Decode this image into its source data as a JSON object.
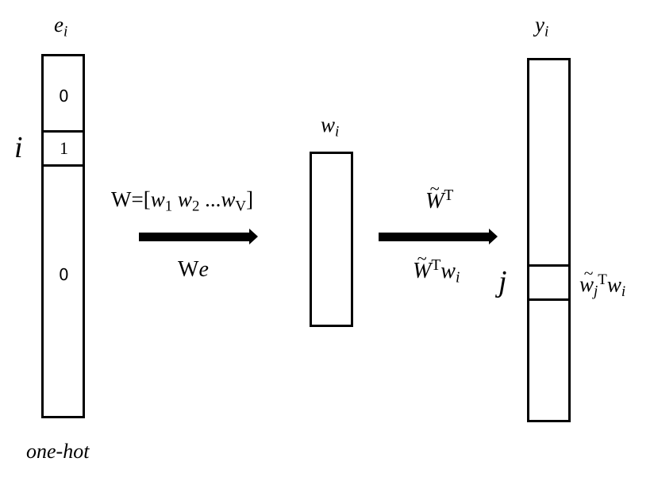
{
  "input_vector": {
    "label_base": "e",
    "label_sub": "i",
    "top_value": "0",
    "active_value": "1",
    "bottom_value": "0",
    "row_label": "i",
    "caption": "one-hot"
  },
  "embedding_step": {
    "matrix_label_prefix": "W=[",
    "w1_base": "w",
    "w1_sub": "1",
    "w2_base": "w",
    "w2_sub": "2",
    "ellipsis": " ...",
    "wv_base": "w",
    "wv_sub": "V",
    "matrix_label_suffix": "]",
    "product_prefix": "W",
    "product_var": "e"
  },
  "hidden_vector": {
    "label_base": "w",
    "label_sub": "i"
  },
  "output_step": {
    "matrix_base": "W",
    "matrix_sup": "T",
    "product_base": "W",
    "product_sup": "T",
    "product_var_base": "w",
    "product_var_sub": "i"
  },
  "output_vector": {
    "label_base": "y",
    "label_sub": "i",
    "row_label": "j",
    "score_base": "w",
    "score_sub": "j",
    "score_sup": "T",
    "score_var_base": "w",
    "score_var_sub": "i"
  }
}
